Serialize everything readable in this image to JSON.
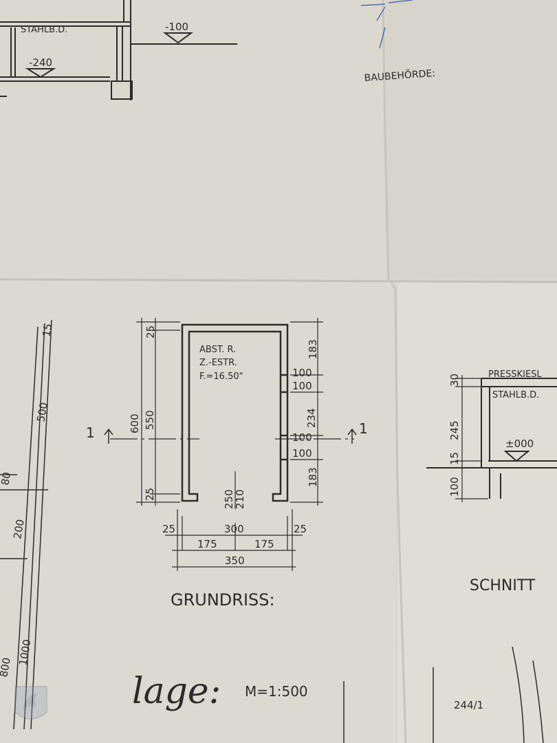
{
  "photo": {
    "colors": {
      "paper": "#d9d6cd",
      "paper_light": "#e2dfd7",
      "paper_shadow": "#c9c5bb",
      "ink": "#2e2a2b",
      "stamp_blue": "#4a6fb0"
    },
    "header": {
      "stamp_text": "BAUBEHÖRDE:"
    },
    "top_left_section": {
      "label_stahlb": "STAHLB.D.",
      "level_minus_100": "-100",
      "level_minus_240": "-240"
    },
    "floor_plan": {
      "room_line1": "ABST. R.",
      "room_line2": "Z.-ESTR.",
      "room_line3": "F.=16.50\"",
      "section_marker_left": "1",
      "section_marker_right": "1",
      "dims_left": [
        "25",
        "600",
        "550",
        "25"
      ],
      "dims_right": [
        "183",
        "100",
        "100",
        "234",
        "100",
        "100",
        "183"
      ],
      "dims_door": [
        "250",
        "210"
      ],
      "dims_bottom": [
        "25",
        "300",
        "25",
        "175",
        "175",
        "350"
      ],
      "caption": "GRUNDRISS:"
    },
    "right_section": {
      "label_presskies": "PRESSKIESL",
      "label_stahlb": "STAHLB.D.",
      "dims": [
        "30",
        "245",
        "15",
        "100"
      ],
      "level_pm000": "±000",
      "caption": "SCHNITT"
    },
    "left_section": {
      "dims": [
        "500",
        "15",
        "200",
        "1000",
        "80",
        "800"
      ]
    },
    "site_plan": {
      "title": "lage:",
      "scale": "M=1:500",
      "plot_number": "244/1"
    }
  }
}
